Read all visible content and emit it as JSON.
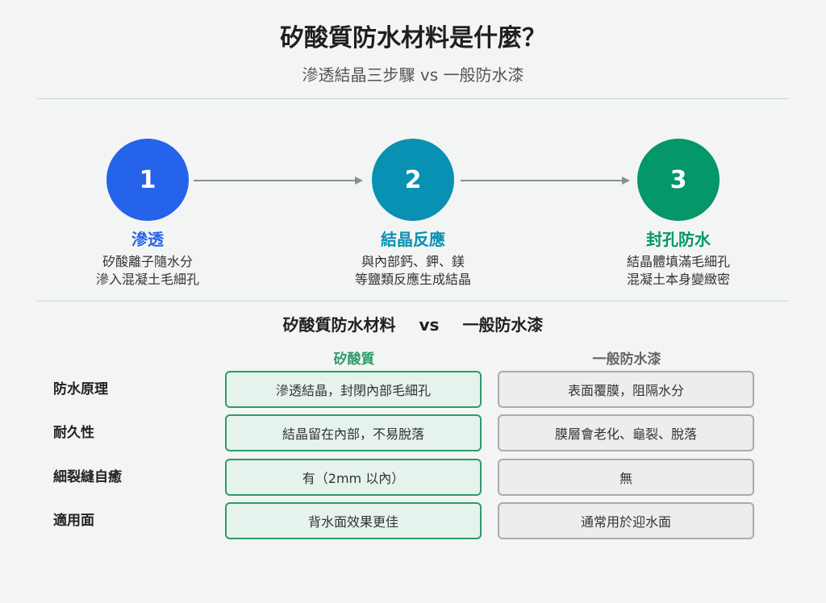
{
  "header": {
    "title": "矽酸質防水材料是什麼？",
    "subtitle": "滲透結晶三步驟 vs 一般防水漆"
  },
  "colors": {
    "step1": "#2563eb",
    "step2": "#0891b2",
    "step3": "#059669",
    "green_border": "#2c9c69",
    "green_fill": "#e6f3ec",
    "gray_border": "#a9acab",
    "gray_fill": "#eceeed"
  },
  "steps": [
    {
      "number": "1",
      "title": "滲透",
      "desc1": "矽酸離子隨水分",
      "desc2": "滲入混凝土毛細孔"
    },
    {
      "number": "2",
      "title": "結晶反應",
      "desc1": "與內部鈣、鉀、鎂",
      "desc2": "等鹽類反應生成結晶"
    },
    {
      "number": "3",
      "title": "封孔防水",
      "desc1": "結晶體填滿毛細孔",
      "desc2": "混凝土本身變緻密"
    }
  ],
  "comparison": {
    "title_left": "矽酸質防水材料",
    "vs": "vs",
    "title_right": "一般防水漆",
    "col_a": "矽酸質",
    "col_b": "一般防水漆",
    "rows": [
      {
        "label": "防水原理",
        "a": "滲透結晶，封閉內部毛細孔",
        "b": "表面覆膜，阻隔水分"
      },
      {
        "label": "耐久性",
        "a": "結晶留在內部，不易脫落",
        "b": "膜層會老化、龜裂、脫落"
      },
      {
        "label": "細裂縫自癒",
        "a": "有（2mm 以內）",
        "b": "無"
      },
      {
        "label": "適用面",
        "a": "背水面效果更佳",
        "b": "通常用於迎水面"
      }
    ]
  }
}
